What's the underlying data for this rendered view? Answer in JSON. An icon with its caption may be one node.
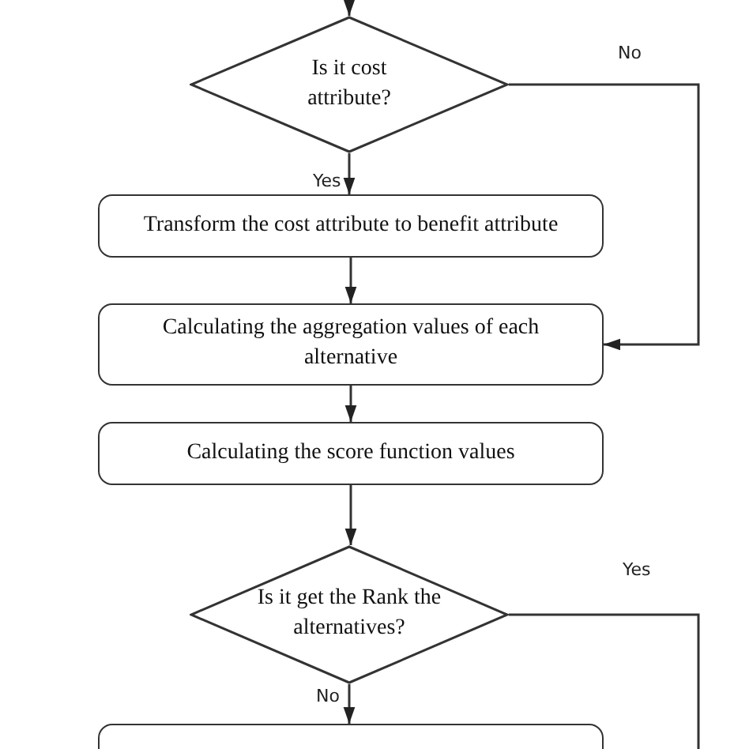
{
  "diagram": {
    "nodes": [
      {
        "text": [
          "Is it cost attribute?"
        ]
      },
      {
        "text": [
          "Transform the cost attribute to benefit attribute"
        ]
      },
      {
        "text": [
          "Calculating the aggregation values of each alternative"
        ]
      },
      {
        "text": [
          "Calculating the score function values"
        ]
      },
      {
        "text": [
          "Is it get the Rank the alternatives?"
        ]
      },
      {
        "text": [],
        "shape": "box"
      }
    ],
    "edges": [
      {
        "from": null,
        "to": 0,
        "arrow": "to"
      },
      {
        "from": 0,
        "to": 1,
        "label": "Yes",
        "arrow": "to"
      },
      {
        "from": 0,
        "to": 2,
        "label": "No",
        "arrow": "to"
      },
      {
        "from": 1,
        "to": 2,
        "arrow": "to"
      },
      {
        "from": 2,
        "to": 3,
        "arrow": "to"
      },
      {
        "from": 3,
        "to": 4,
        "arrow": "to"
      },
      {
        "from": 4,
        "to": 5,
        "label": "No",
        "arrow": "to"
      },
      {
        "from": 4,
        "to": null,
        "label": "Yes",
        "arrow": "none"
      }
    ]
  }
}
